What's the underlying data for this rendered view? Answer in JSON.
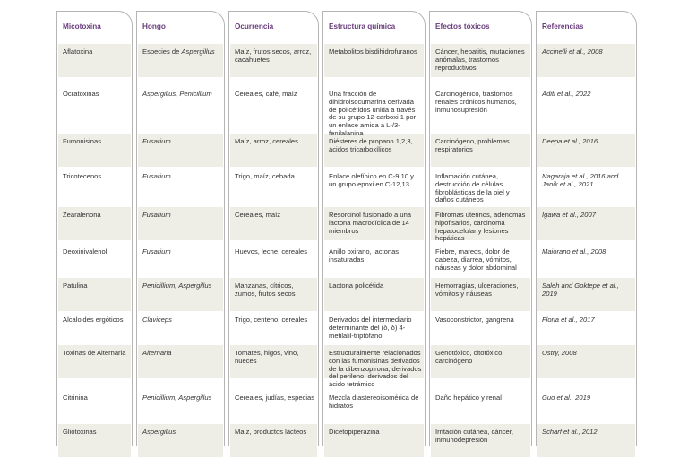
{
  "headers": [
    "Micotoxina",
    "Hongo",
    "Ocurrencia",
    "Estructura química",
    "Efectos tóxicos",
    "Referencias"
  ],
  "rows": [
    {
      "micotoxina": "Aflatoxina",
      "hongo": [
        {
          "t": "Especies de ",
          "i": false
        },
        {
          "t": "Aspergillus",
          "i": true
        }
      ],
      "ocurrencia": "Maíz, frutos secos, arroz, cacahuetes",
      "estructura": "Metabolitos bisdihidrofuranos",
      "efectos": "Cáncer, hepatitis, mutaciones anómalas, trastornos reproductivos",
      "referencias": "Accinelli et al., 2008"
    },
    {
      "micotoxina": "Ocratoxinas",
      "hongo": [
        {
          "t": "Aspergillus, Penicillium",
          "i": true
        }
      ],
      "ocurrencia": "Cereales, café, maíz",
      "estructura": "Una fracción de dihidroisocumarina derivada de policétidos unida a través de su grupo 12-carboxi 1 por un enlace amida a L-/3-fenilalanina",
      "efectos": "Carcinogénico, trastornos renales crónicos humanos, inmunosupresión",
      "referencias": "Aditi et al., 2022"
    },
    {
      "micotoxina": "Fumonisinas",
      "hongo": [
        {
          "t": "Fusarium",
          "i": true
        }
      ],
      "ocurrencia": "Maíz, arroz, cereales",
      "estructura": "Diésteres de propano 1,2,3, ácidos tricarboxílicos",
      "efectos": "Carcinógeno, problemas respiratorios",
      "referencias": "Deepa et al., 2016"
    },
    {
      "micotoxina": "Tricotecenos",
      "hongo": [
        {
          "t": "Fusarium",
          "i": true
        }
      ],
      "ocurrencia": "Trigo, maíz, cebada",
      "estructura": "Enlace olefínico en C-9,10 y un grupo epoxi en C-12,13",
      "efectos": "Inflamación cutánea, destrucción de células fibroblásticas de la piel y daños cutáneos",
      "referencias": "Nagaraja et al., 2016 and Janik et al., 2021"
    },
    {
      "micotoxina": "Zearalenona",
      "hongo": [
        {
          "t": "Fusarium",
          "i": true
        }
      ],
      "ocurrencia": "Cereales, maíz",
      "estructura": "Resorcinol fusionado a una lactona macrocíclica de 14 miembros",
      "efectos": "Fibromas uterinos, adenomas hipofisarios, carcinoma hepatocelular y lesiones hepáticas",
      "referencias": "Igawa et al., 2007"
    },
    {
      "micotoxina": "Deoxinivalenol",
      "hongo": [
        {
          "t": "Fusarium",
          "i": true
        }
      ],
      "ocurrencia": "Huevos, leche, cereales",
      "estructura": "Anillo oxirano, lactonas insaturadas",
      "efectos": "Fiebre, mareos, dolor de cabeza, diarrea, vómitos, náuseas y dolor abdominal",
      "referencias": "Maiorano et al., 2008"
    },
    {
      "micotoxina": "Patulina",
      "hongo": [
        {
          "t": "Penicillium, Aspergillus",
          "i": true
        }
      ],
      "ocurrencia": "Manzanas, cítricos, zumos, frutos secos",
      "estructura": "Lactona policétida",
      "efectos": "Hemorragias, ulceraciones, vómitos y náuseas",
      "referencias": "Saleh and Goktepe et al., 2019"
    },
    {
      "micotoxina": "Alcaloides ergóticos",
      "hongo": [
        {
          "t": "Claviceps",
          "i": true
        }
      ],
      "ocurrencia": "Trigo, centeno, cereales",
      "estructura": "Derivados del intermediario determinante del (δ, δ) 4-metilalil-triptófano",
      "efectos": "Vasoconstrictor, gangrena",
      "referencias": "Floria et al., 2017"
    },
    {
      "micotoxina": "Toxinas de Alternaria",
      "hongo": [
        {
          "t": "Alternaria",
          "i": true
        }
      ],
      "ocurrencia": "Tomates, higos, vino, nueces",
      "estructura": "Estructuralmente relacionados con las fumonisinas derivados de la dibenzopirona, derivados del perileno, derivados del ácido tetrámico",
      "efectos": "Genotóxico, citotóxico, carcinógeno",
      "referencias": "Ostry, 2008"
    },
    {
      "micotoxina": "Citrinina",
      "hongo": [
        {
          "t": "Penicillium, Aspergillus",
          "i": true
        }
      ],
      "ocurrencia": "Cereales, judías, especias",
      "estructura": "Mezcla diastereoisomérica de hidratos",
      "efectos": "Daño hepático y renal",
      "referencias": "Guo et al., 2019"
    },
    {
      "micotoxina": "Gliotoxinas",
      "hongo": [
        {
          "t": "Aspergillus",
          "i": true
        }
      ],
      "ocurrencia": "Maíz, productos lácteos",
      "estructura": "Dicetopiperazina",
      "efectos": "Irritación cutánea, cáncer, inmunodepresión",
      "referencias": "Scharf et al., 2012"
    }
  ]
}
